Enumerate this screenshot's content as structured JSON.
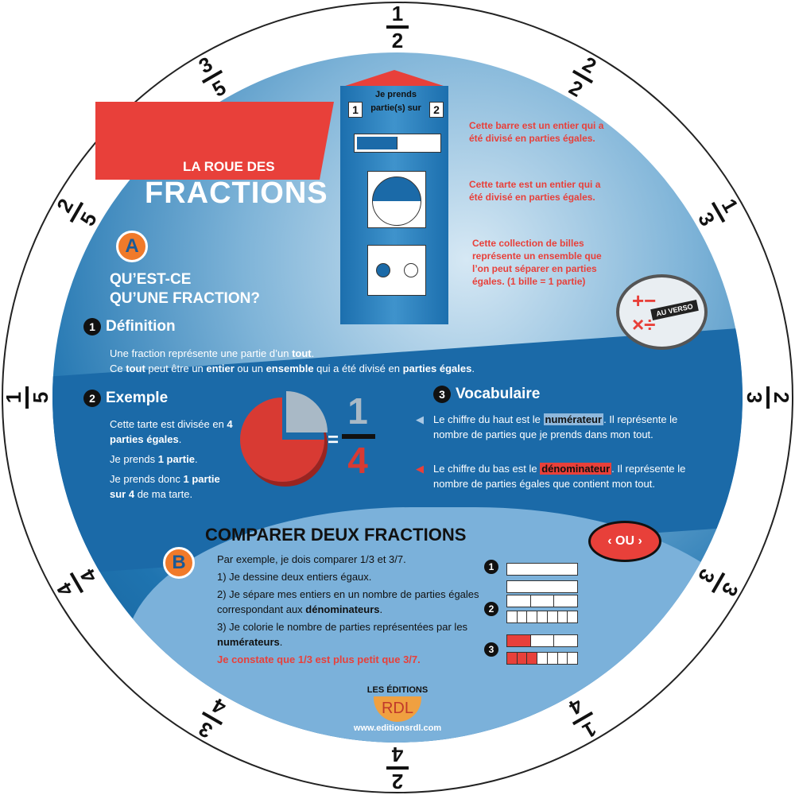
{
  "ring_fractions": [
    {
      "num": "1",
      "den": "2",
      "angle": 0
    },
    {
      "num": "2",
      "den": "2",
      "angle": 30
    },
    {
      "num": "1",
      "den": "3",
      "angle": 60
    },
    {
      "num": "2",
      "den": "3",
      "angle": 90
    },
    {
      "num": "3",
      "den": "3",
      "angle": 120
    },
    {
      "num": "1",
      "den": "4",
      "angle": 150
    },
    {
      "num": "2",
      "den": "4",
      "angle": 180
    },
    {
      "num": "3",
      "den": "4",
      "angle": 210
    },
    {
      "num": "4",
      "den": "4",
      "angle": 240
    },
    {
      "num": "1",
      "den": "5",
      "angle": 270
    },
    {
      "num": "2",
      "den": "5",
      "angle": 300
    },
    {
      "num": "3",
      "den": "5",
      "angle": 330
    }
  ],
  "title": {
    "line1": "LA ROUE DES",
    "line2": "FRACTIONS"
  },
  "window": {
    "je_prends": "Je prends",
    "parties_sur": "partie(s) sur",
    "numerator": "1",
    "denominator": "2"
  },
  "captions": {
    "bar": "Cette barre est un entier qui a été divisé en parties égales.",
    "pie": "Cette tarte est un entier qui a été divisé en parties égales.",
    "marbles": "Cette collection de billes représente un ensemble que l’on peut séparer en parties égales. (1 bille = 1 partie)"
  },
  "sectionA": {
    "letter": "A",
    "heading1": "QU’EST-CE",
    "heading2": "QU’UNE FRACTION?"
  },
  "definition": {
    "num": "1",
    "title": "Définition",
    "line1_pre": "Une fraction représente une partie d’un ",
    "line1_b": "tout",
    "line1_post": ".",
    "line2_a": "Ce ",
    "line2_b1": "tout",
    "line2_c": " peut être un ",
    "line2_b2": "entier",
    "line2_d": " ou un ",
    "line2_b3": "ensemble",
    "line2_e": " qui a été divisé en ",
    "line2_b4": "parties égales",
    "line2_f": "."
  },
  "example": {
    "num": "2",
    "title": "Exemple",
    "p1a": "Cette tarte est divisée en ",
    "p1b": "4 parties égales",
    "p1c": ".",
    "p2a": "Je prends ",
    "p2b": "1 partie",
    "p2c": ".",
    "p3a": "Je prends donc ",
    "p3b": "1 partie sur 4",
    "p3c": " de ma tarte.",
    "frac_num": "1",
    "frac_den": "4",
    "equals": "="
  },
  "vocab": {
    "num": "3",
    "title": "Vocabulaire",
    "i1a": "Le chiffre du haut est le ",
    "i1b": "numérateur",
    "i1c": ". Il représente le nombre de parties que je prends dans mon tout.",
    "i2a": "Le chiffre du bas est le ",
    "i2b": "dénominateur",
    "i2c": ". Il représente le nombre de parties égales que contient mon tout."
  },
  "au_verso": "AU VERSO",
  "sectionB": {
    "letter": "B",
    "heading": "COMPARER DEUX FRACTIONS",
    "intro": "Par exemple, je dois comparer 1/3 et 3/7.",
    "s1": "1) Je dessine deux entiers égaux.",
    "s2a": "2) Je sépare mes entiers en un nombre de parties égales correspondant aux ",
    "s2b": "dénominateurs",
    "s2c": ".",
    "s3a": "3) Je colorie le nombre de parties représentées par les ",
    "s3b": "numérateurs",
    "s3c": ".",
    "conclusion": "Je constate que 1/3 est plus petit que 3/7.",
    "ou": "OU",
    "steps": [
      "1",
      "2",
      "3"
    ]
  },
  "publisher": {
    "line1": "LES ÉDITIONS",
    "logo": "RDL",
    "url": "www.editionsrdl.com"
  },
  "colors": {
    "red": "#e8403a",
    "blue": "#1b6aa8",
    "light_blue": "#7bb1da",
    "orange": "#f07a2a"
  }
}
